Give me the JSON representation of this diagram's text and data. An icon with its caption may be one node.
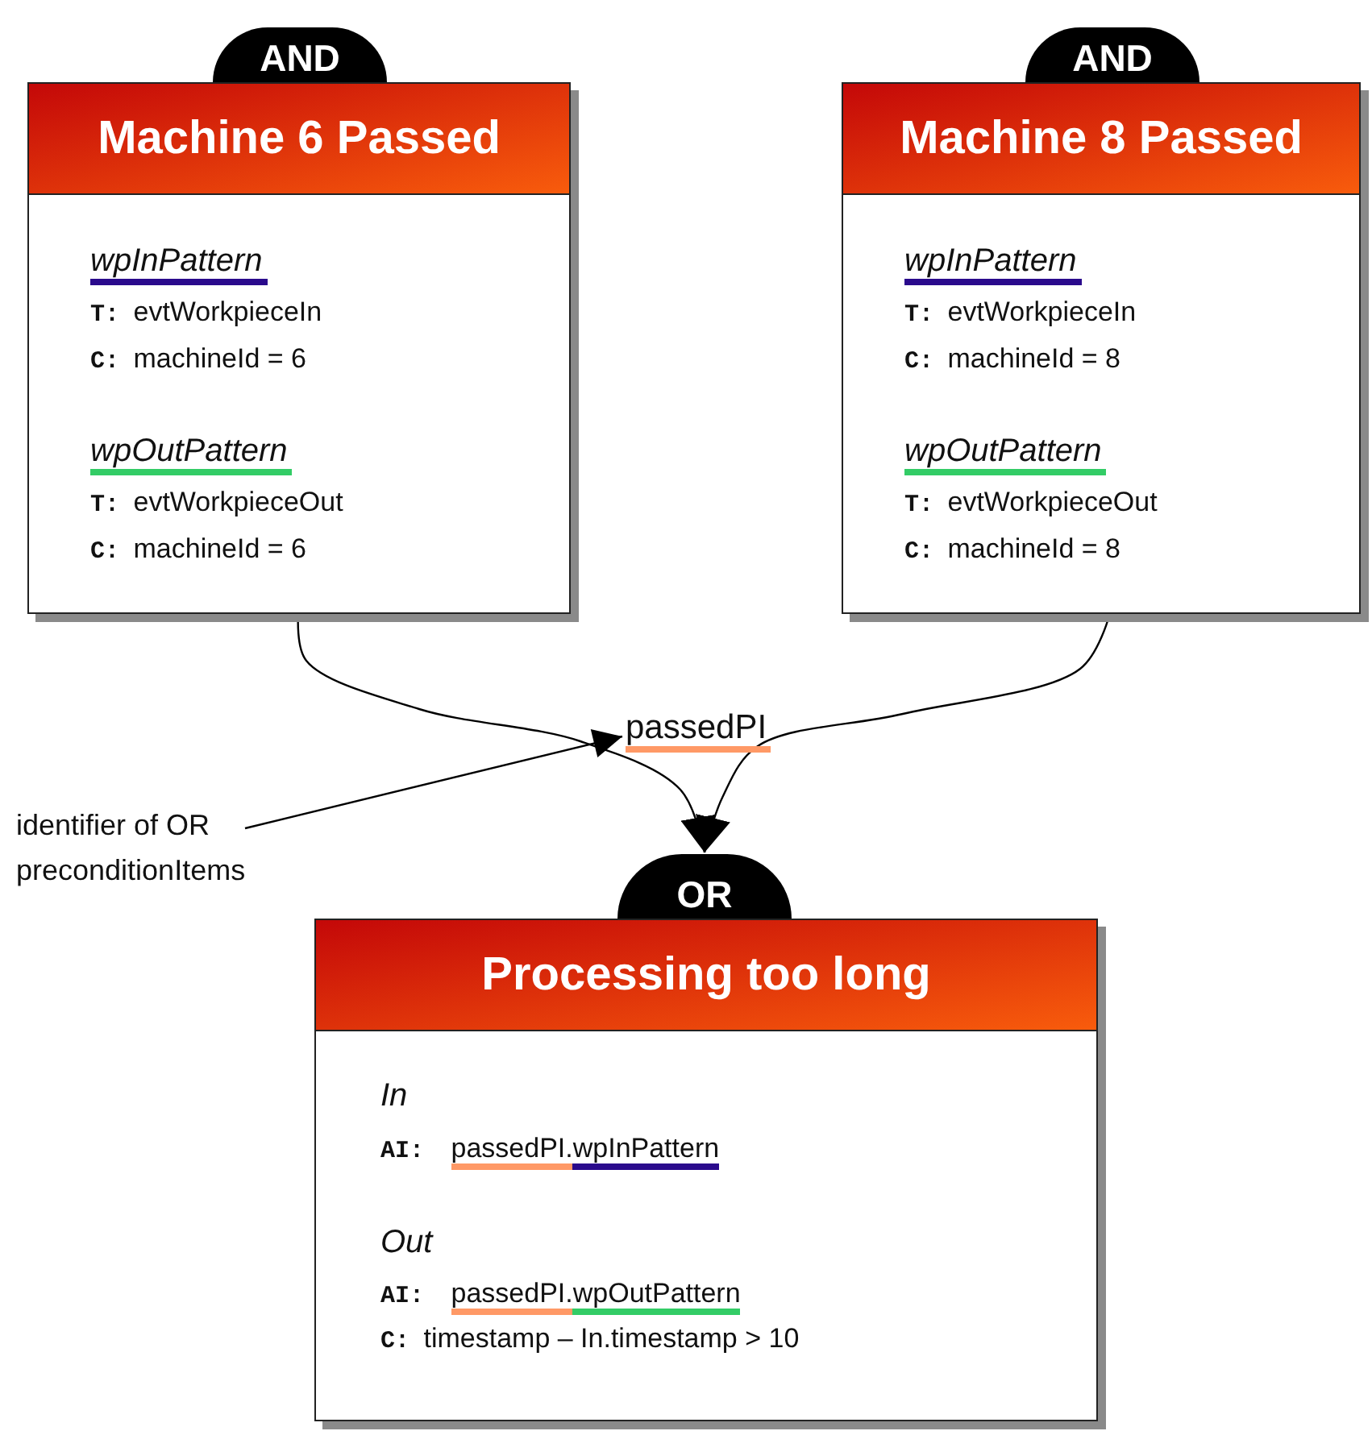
{
  "diagram": {
    "nodes": [
      {
        "text": [
          "AND"
        ]
      },
      {
        "text": [
          "Machine 6 Passed",
          "wpInPattern",
          "T: evtWorkpieceIn",
          "C: machineId = 6",
          "wpOutPattern",
          "T: evtWorkpieceOut",
          "C: machineId = 6"
        ]
      },
      {
        "text": [
          "AND"
        ]
      },
      {
        "text": [
          "Machine 8 Passed",
          "wpInPattern",
          "T: evtWorkpieceIn",
          "C: machineId = 8",
          "wpOutPattern",
          "T: evtWorkpieceOut",
          "C: machineId = 8"
        ]
      },
      {
        "text": [
          "passedPI"
        ]
      },
      {
        "text": [
          "identifier of OR preconditionItems"
        ]
      },
      {
        "text": [
          "OR"
        ]
      },
      {
        "text": [
          "Processing too long",
          "In",
          "AI: passedPI.wpInPattern",
          "Out",
          "AI: passedPI.wpOutPattern",
          "C: timestamp – In.timestamp > 10"
        ]
      }
    ],
    "edges": [
      {
        "from": 1,
        "to": 6,
        "arrow": "to"
      },
      {
        "from": 3,
        "to": 6,
        "arrow": "to"
      },
      {
        "from": 5,
        "to": 4,
        "arrow": "to"
      }
    ]
  }
}
